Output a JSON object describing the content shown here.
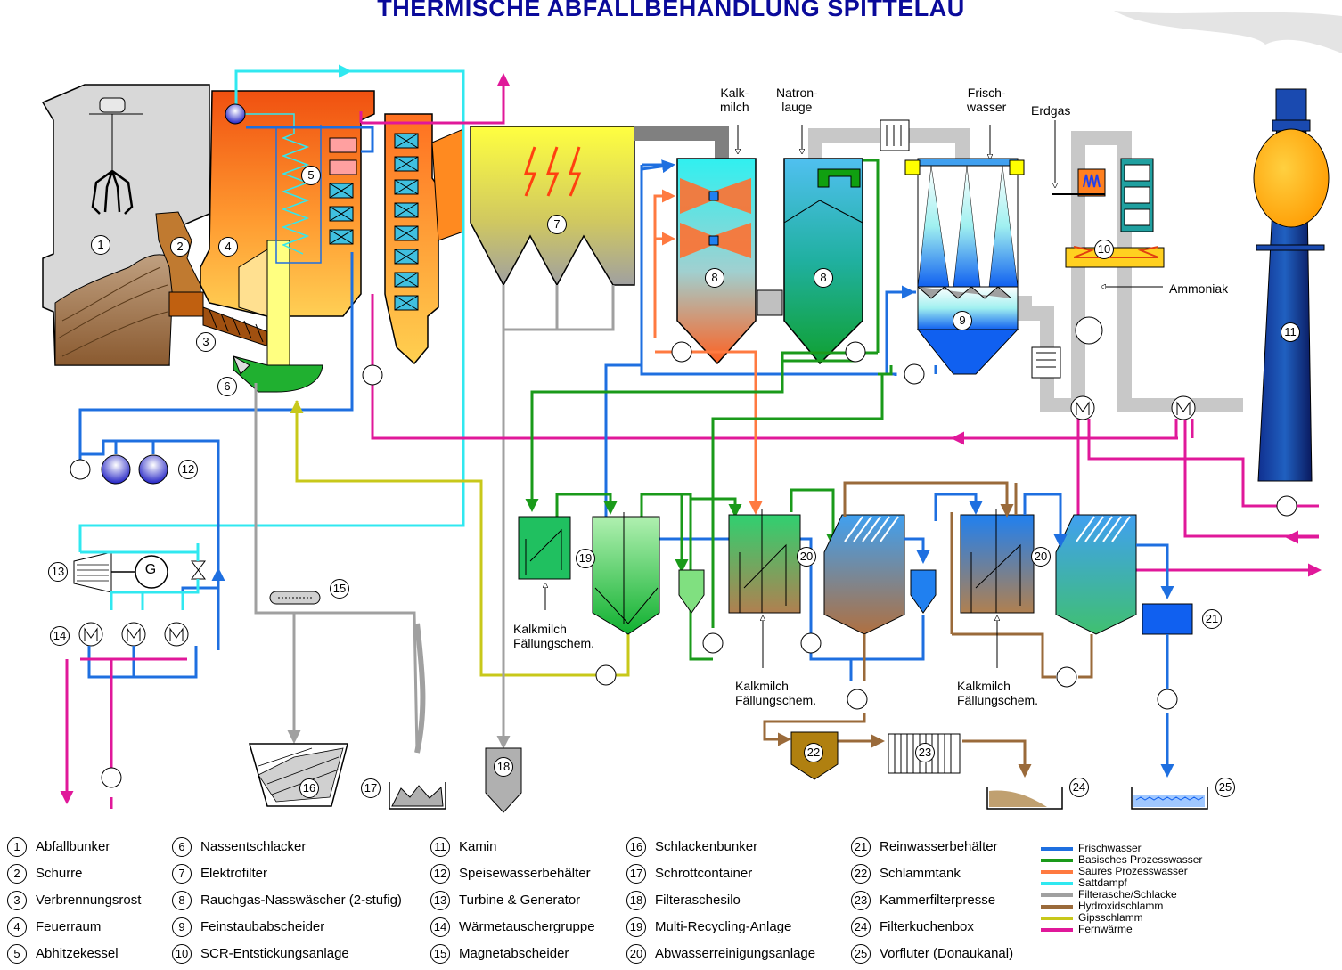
{
  "title": "THERMISCHE ABFALLBEHANDLUNG SPITTELAU",
  "labels": {
    "kalkmilch_top": "Kalk-\nmilch",
    "natronlauge": "Natron-\nlauge",
    "frischwasser_top": "Frisch-\nwasser",
    "erdgas": "Erdgas",
    "ammoniak": "Ammoniak",
    "g": "G",
    "kalkmilch_1": "Kalkmilch\nFällungschem.",
    "kalkmilch_2": "Kalkmilch\nFällungschem.",
    "kalkmilch_3": "Kalkmilch\nFällungschem."
  },
  "diagram_numbers": [
    "1",
    "2",
    "3",
    "4",
    "5",
    "6",
    "7",
    "8",
    "8",
    "9",
    "10",
    "11",
    "12",
    "13",
    "14",
    "15",
    "16",
    "17",
    "18",
    "19",
    "20",
    "20",
    "21",
    "22",
    "23",
    "24",
    "25"
  ],
  "legend_components": [
    {
      "n": "1",
      "label": "Abfallbunker"
    },
    {
      "n": "2",
      "label": "Schurre"
    },
    {
      "n": "3",
      "label": "Verbrennungsrost"
    },
    {
      "n": "4",
      "label": "Feuerraum"
    },
    {
      "n": "5",
      "label": "Abhitzekessel"
    },
    {
      "n": "6",
      "label": "Nassentschlacker"
    },
    {
      "n": "7",
      "label": "Elektrofilter"
    },
    {
      "n": "8",
      "label": "Rauchgas-Nasswäscher (2-stufig)"
    },
    {
      "n": "9",
      "label": "Feinstaubabscheider"
    },
    {
      "n": "10",
      "label": "SCR-Entstickungsanlage"
    },
    {
      "n": "11",
      "label": "Kamin"
    },
    {
      "n": "12",
      "label": "Speisewasserbehälter"
    },
    {
      "n": "13",
      "label": "Turbine & Generator"
    },
    {
      "n": "14",
      "label": "Wärmetauschergruppe"
    },
    {
      "n": "15",
      "label": "Magnetabscheider"
    },
    {
      "n": "16",
      "label": "Schlackenbunker"
    },
    {
      "n": "17",
      "label": "Schrottcontainer"
    },
    {
      "n": "18",
      "label": "Filteraschesilo"
    },
    {
      "n": "19",
      "label": "Multi-Recycling-Anlage"
    },
    {
      "n": "20",
      "label": "Abwasserreinigungsanlage"
    },
    {
      "n": "21",
      "label": "Reinwasserbehälter"
    },
    {
      "n": "22",
      "label": "Schlammtank"
    },
    {
      "n": "23",
      "label": "Kammerfilterpresse"
    },
    {
      "n": "24",
      "label": "Filterkuchenbox"
    },
    {
      "n": "25",
      "label": "Vorfluter (Donaukanal)"
    }
  ],
  "legend_streams": [
    {
      "label": "Frischwasser",
      "color": "#1e6fe0"
    },
    {
      "label": "Basisches Prozesswasser",
      "color": "#1a9a1a"
    },
    {
      "label": "Saures Prozesswasser",
      "color": "#ff7a40"
    },
    {
      "label": "Sattdampf",
      "color": "#30e8f0"
    },
    {
      "label": "Filterasche/Schlacke",
      "color": "#a0a0a0"
    },
    {
      "label": "Hydroxidschlamm",
      "color": "#9a6a3a"
    },
    {
      "label": "Gipsschlamm",
      "color": "#c8c81a"
    },
    {
      "label": "Fernwärme",
      "color": "#e0189a"
    }
  ]
}
